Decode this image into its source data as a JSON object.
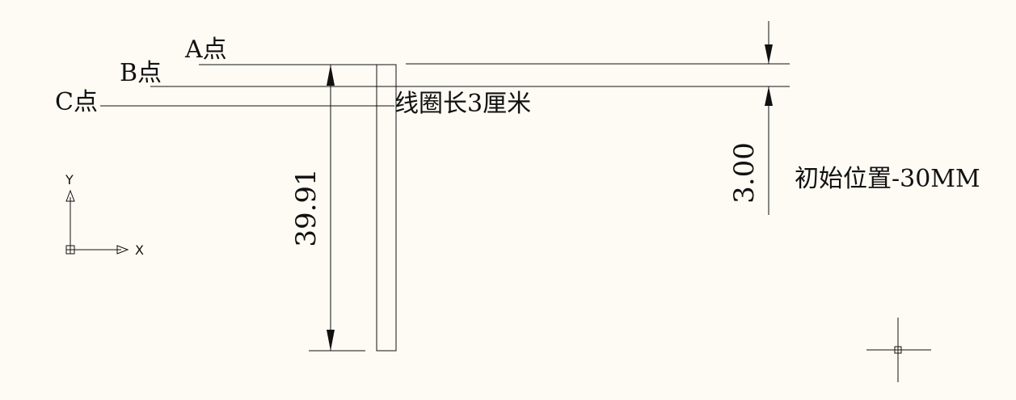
{
  "drawing": {
    "point_a_label": "A点",
    "point_b_label": "B点",
    "point_c_label": "C点",
    "coil_label": "线圈长3厘米",
    "initial_position_label": "初始位置-30MM",
    "dim_vertical": "39.91",
    "dim_gap": "3.00"
  },
  "ucs": {
    "x_label": "X",
    "y_label": "Y"
  },
  "colors": {
    "background": "#fdfbf4",
    "stroke": "#111111"
  }
}
